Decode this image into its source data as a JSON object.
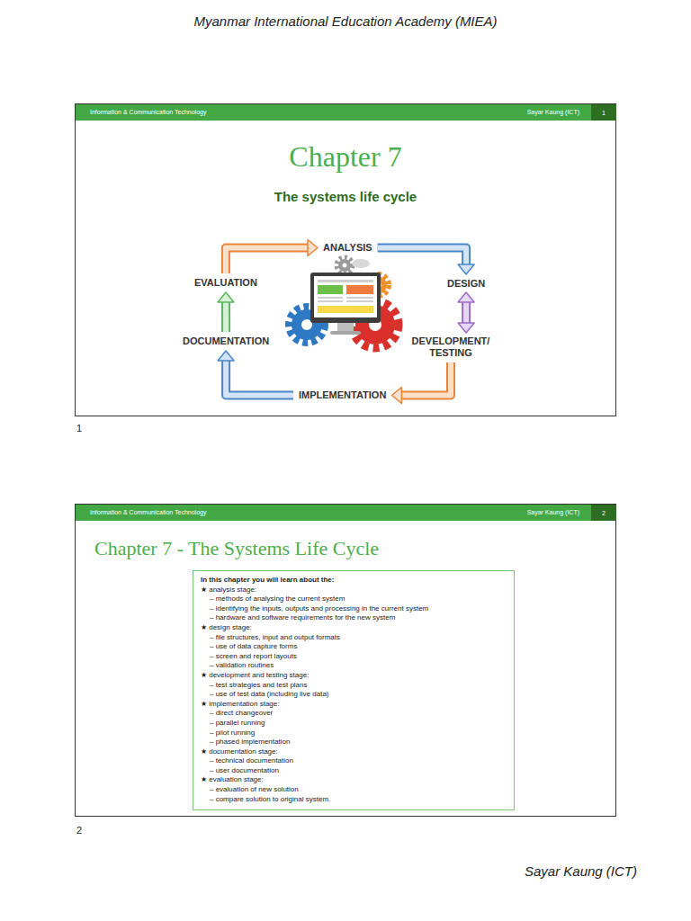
{
  "diagram": {
    "title": "Myanmar International Education Academy (MIEA)",
    "nodes": [
      {
        "text": [
          "Information & Communication Technology",
          "Sayar Kaung (ICT)",
          "Chapter 7",
          "The systems life cycle"
        ]
      },
      {
        "text": [
          "1"
        ],
        "in": 0
      },
      {
        "text": [
          "ANALYSIS"
        ],
        "in": 0
      },
      {
        "text": [
          "DESIGN"
        ],
        "in": 0
      },
      {
        "text": [
          "DEVELOPMENT/ TESTING"
        ],
        "in": 0
      },
      {
        "text": [
          "IMPLEMENTATION"
        ],
        "in": 0
      },
      {
        "text": [
          "DOCUMENTATION"
        ],
        "in": 0
      },
      {
        "text": [
          "EVALUATION"
        ],
        "in": 0
      },
      {
        "text": [
          "Information & Communication Technology",
          "Sayar Kaung (ICT)",
          "Chapter 7 - The Systems Life Cycle"
        ]
      },
      {
        "text": [
          "2"
        ],
        "in": 8
      },
      {
        "text": [
          "In this chapter you will learn about the:",
          "★ analysis stage:",
          "– methods of analysing the current system",
          "– identifying the inputs, outputs and processing in the current system",
          "– hardware and software requirements for the new system",
          "★ design stage:",
          "– file structures, input and output formats",
          "– use of data capture forms",
          "– screen and report layouts",
          "– validation routines",
          "★ development and testing stage:",
          "– test strategies and test plans",
          "– use of test data (including live data)",
          "★ implementation stage:",
          "– direct changeover",
          "– parallel running",
          "– pilot running",
          "– phased implementation",
          "★ documentation stage:",
          "– technical documentation",
          "– user documentation",
          "★ evaluation stage:",
          "– evaluation of new solution",
          "– compare solution to original system."
        ],
        "in": 8
      }
    ],
    "edges": [
      {
        "from": 7,
        "to": 2,
        "arrow": "to"
      },
      {
        "from": 2,
        "to": 3,
        "arrow": "to"
      },
      {
        "from": 3,
        "to": 4,
        "arrow": "both"
      },
      {
        "from": 4,
        "to": 5,
        "arrow": "to"
      },
      {
        "from": 5,
        "to": 6,
        "arrow": "to"
      },
      {
        "from": 6,
        "to": 7,
        "arrow": "to"
      }
    ],
    "labels": [
      "1",
      "2",
      "Sayar Kaung (ICT)"
    ]
  }
}
